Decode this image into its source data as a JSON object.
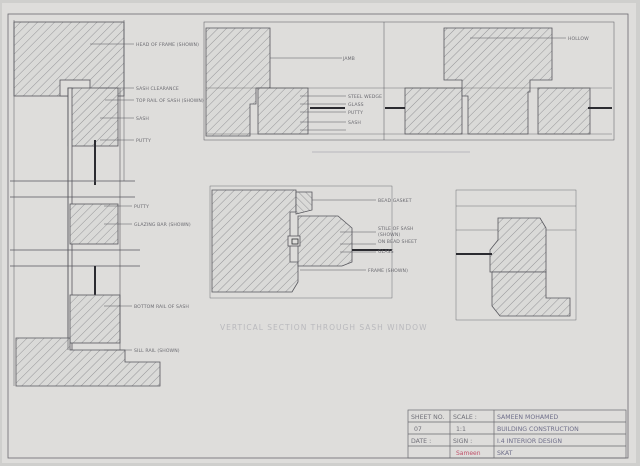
{
  "sheet": {
    "paper_color": "#dedddb",
    "line_color": "#56565c",
    "accent_ink": "#c0506a"
  },
  "labels": {
    "head": "HEAD OF FRAME (SHOWN)",
    "clearance": "SASH CLEARANCE",
    "top_rail": "TOP RAIL OF SASH (SHOWN)",
    "sash": "SASH",
    "putty_upper": "PUTTY",
    "jamb": "JAMB",
    "hollow": "HOLLOW",
    "steel_wedge": "STEEL WEDGE",
    "glass_upper": "GLASS",
    "putty_mid": "PUTTY",
    "sash_mid": "SASH",
    "putty_lower": "PUTTY",
    "glazing_bar": "GLAZING BAR (SHOWN)",
    "bottom_rail": "BOTTOM RAIL OF SASH",
    "sill": "SILL RAIL (SHOWN)",
    "bead_gasket": "BEAD GASKET",
    "stile": "STILE OF SASH",
    "stile_note": "(SHOWN)",
    "bead_sheet": "ON BEAD SHEET",
    "glass_lower": "GLASS",
    "frame": "FRAME (SHOWN)"
  },
  "faint_title": "VERTICAL SECTION THROUGH SASH WINDOW",
  "title_block": {
    "row1": {
      "key": "SHEET NO.",
      "mid": "SCALE :",
      "value": "SAMEEN MOHAMED"
    },
    "row2": {
      "key": "07",
      "mid": "1:1",
      "value": "BUILDING CONSTRUCTION"
    },
    "row3": {
      "key": "DATE :",
      "mid": "SIGN :",
      "value": "I.4 INTERIOR DESIGN"
    },
    "row4": {
      "sign": "Sameen",
      "value": "SKAT"
    }
  }
}
